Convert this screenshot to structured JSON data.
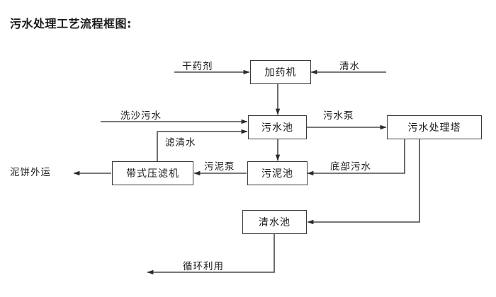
{
  "title": "污水处理工艺流程框图:",
  "nodes": {
    "dosing_machine": "加药机",
    "wastewater_pool": "污水池",
    "treatment_tower": "污水处理塔",
    "sludge_pool": "污泥池",
    "belt_filter_press": "带式压滤机",
    "clean_water_pool": "清水池"
  },
  "edge_labels": {
    "dry_chemical": "干药剂",
    "clean_water_in": "清水",
    "sand_wash_wastewater": "洗沙污水",
    "filtered_clear_water": "滤清水",
    "wastewater_pump": "污水泵",
    "bottom_wastewater": "底部污水",
    "sludge_pump": "污泥泵",
    "mud_cake_out": "泥饼外运",
    "recycle_reuse": "循环利用"
  },
  "colors": {
    "box_border": "#3a3a3a",
    "wire": "#4a4a4a",
    "text": "#1a1a1a",
    "background": "#ffffff"
  }
}
